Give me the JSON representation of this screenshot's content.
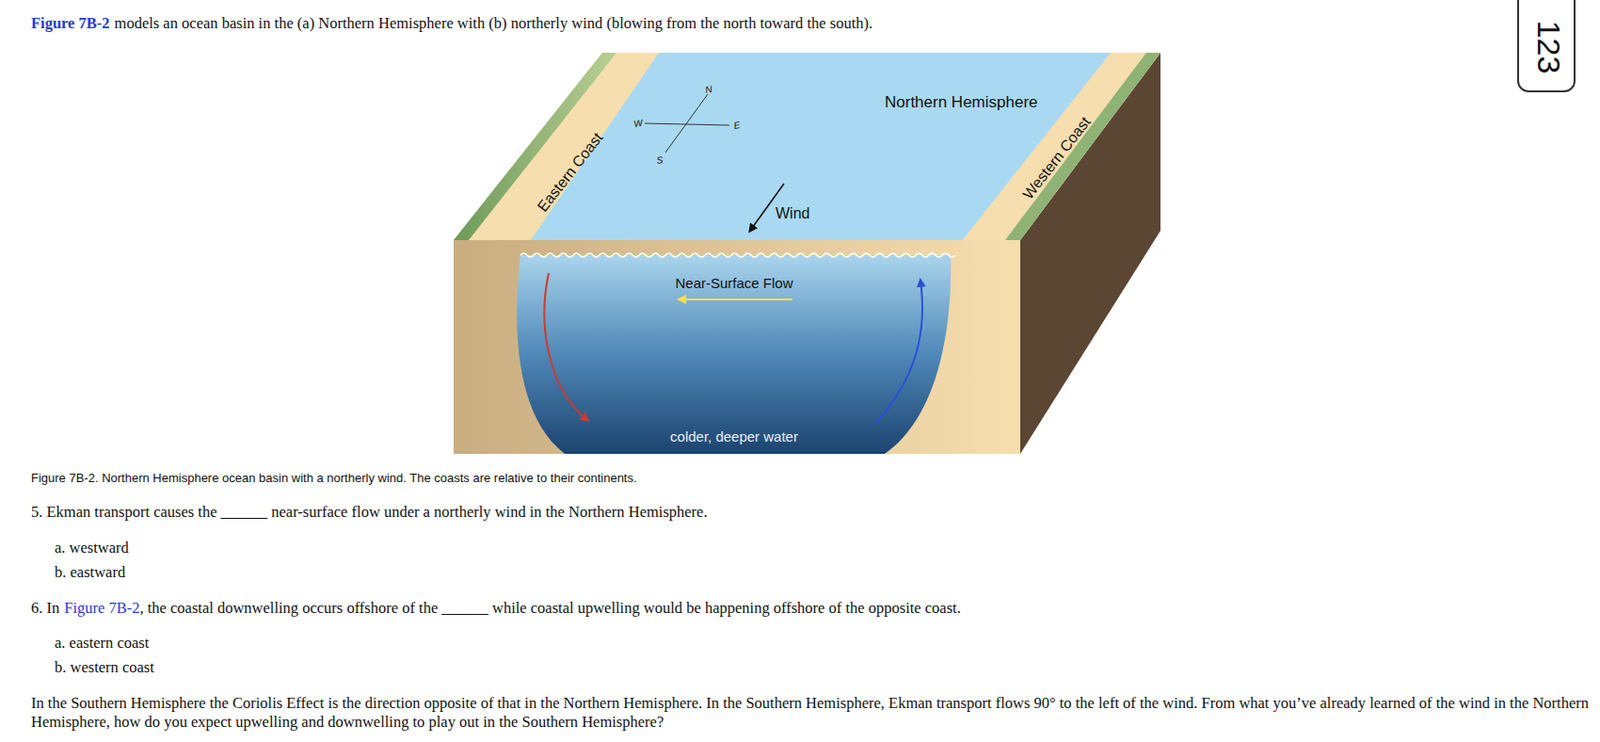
{
  "diagram": {
    "caption": "Figure 7B-2. Northern Hemisphere ocean basin with a northerly wind. The coasts are relative to their continents.",
    "labels": [
      "Figure 7B-2",
      "models an ocean basin in the (a) Northern Hemisphere with (b) northerly wind (blowing from the north toward the south).",
      "N",
      "W",
      "E",
      "S",
      "Eastern Coast",
      "Northern Hemisphere",
      "Western Coast",
      "Wind",
      "Near-Surface Flow",
      "colder, deeper water",
      "5. Ekman transport causes the ______ near-surface flow under a northerly wind in the Northern Hemisphere.",
      "a. westward",
      "b. eastward",
      "6. In",
      "Figure 7B-2",
      ", the coastal downwelling occurs offshore of the ______ while coastal upwelling would be happening offshore of the opposite coast.",
      "a. eastern coast",
      "b. western coast",
      "In the Southern Hemisphere the Coriolis Effect is the direction opposite of that in the Northern Hemisphere. In the Southern Hemisphere, Ekman transport flows 90° to the left of the wind. From what you’ve already learned of the wind in the Northern Hemisphere, how do you expect upwelling and downwelling to play out in the Southern Hemisphere?",
      "123"
    ]
  }
}
